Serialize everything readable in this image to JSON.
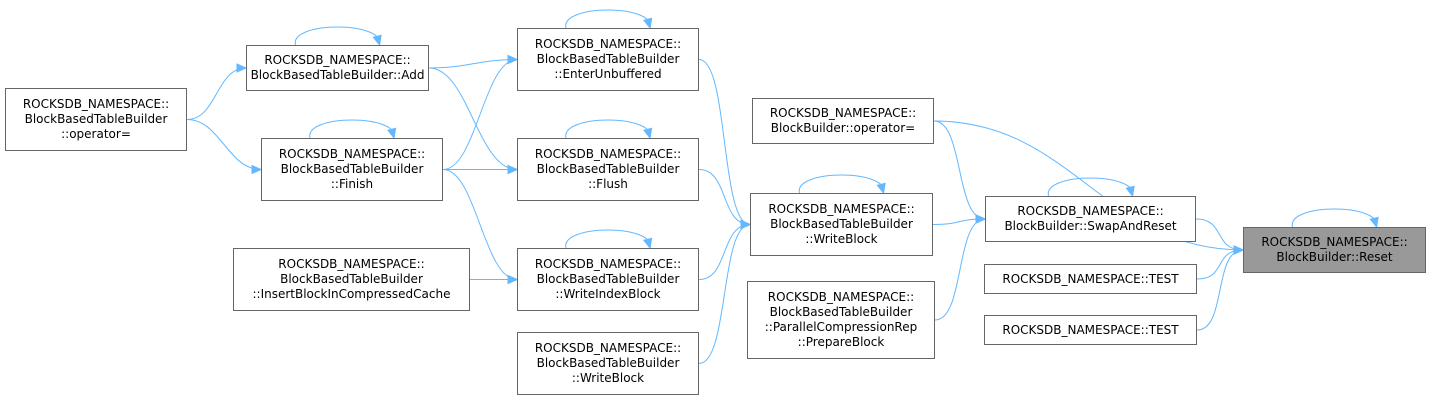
{
  "colors": {
    "edge": "#63b8ff",
    "node_border": "#666666",
    "node_fill": "#ffffff",
    "focus_fill": "#999999"
  },
  "nodes": {
    "op_eq": {
      "label": "ROCKSDB_NAMESPACE::\nBlockBasedTableBuilder\n::operator="
    },
    "add": {
      "label": "ROCKSDB_NAMESPACE::\nBlockBasedTableBuilder::Add"
    },
    "finish": {
      "label": "ROCKSDB_NAMESPACE::\nBlockBasedTableBuilder\n::Finish"
    },
    "insert": {
      "label": "ROCKSDB_NAMESPACE::\nBlockBasedTableBuilder\n::InsertBlockInCompressedCache"
    },
    "enter": {
      "label": "ROCKSDB_NAMESPACE::\nBlockBasedTableBuilder\n::EnterUnbuffered"
    },
    "flush": {
      "label": "ROCKSDB_NAMESPACE::\nBlockBasedTableBuilder\n::Flush"
    },
    "wib": {
      "label": "ROCKSDB_NAMESPACE::\nBlockBasedTableBuilder\n::WriteIndexBlock"
    },
    "wb2": {
      "label": "ROCKSDB_NAMESPACE::\nBlockBasedTableBuilder\n::WriteBlock"
    },
    "bb_op": {
      "label": "ROCKSDB_NAMESPACE::\nBlockBuilder::operator="
    },
    "wb1": {
      "label": "ROCKSDB_NAMESPACE::\nBlockBasedTableBuilder\n::WriteBlock"
    },
    "pcr": {
      "label": "ROCKSDB_NAMESPACE::\nBlockBasedTableBuilder\n::ParallelCompressionRep\n::PrepareBlock"
    },
    "swap": {
      "label": "ROCKSDB_NAMESPACE::\nBlockBuilder::SwapAndReset"
    },
    "test1": {
      "label": "ROCKSDB_NAMESPACE::TEST"
    },
    "test2": {
      "label": "ROCKSDB_NAMESPACE::TEST"
    },
    "reset": {
      "label": "ROCKSDB_NAMESPACE::\nBlockBuilder::Reset"
    }
  },
  "edges": [
    [
      "op_eq",
      "add"
    ],
    [
      "op_eq",
      "finish"
    ],
    [
      "add",
      "enter"
    ],
    [
      "add",
      "flush"
    ],
    [
      "finish",
      "enter"
    ],
    [
      "finish",
      "flush"
    ],
    [
      "finish",
      "wib"
    ],
    [
      "insert",
      "wib"
    ],
    [
      "enter",
      "wb1"
    ],
    [
      "flush",
      "wb1"
    ],
    [
      "wib",
      "wb1"
    ],
    [
      "wb2",
      "wb1"
    ],
    [
      "bb_op",
      "swap"
    ],
    [
      "bb_op",
      "reset"
    ],
    [
      "wb1",
      "swap"
    ],
    [
      "pcr",
      "swap"
    ],
    [
      "swap",
      "reset"
    ],
    [
      "test1",
      "reset"
    ],
    [
      "test2",
      "reset"
    ]
  ],
  "self_loops": [
    "add",
    "finish",
    "enter",
    "flush",
    "wib",
    "wb1",
    "swap",
    "reset"
  ]
}
